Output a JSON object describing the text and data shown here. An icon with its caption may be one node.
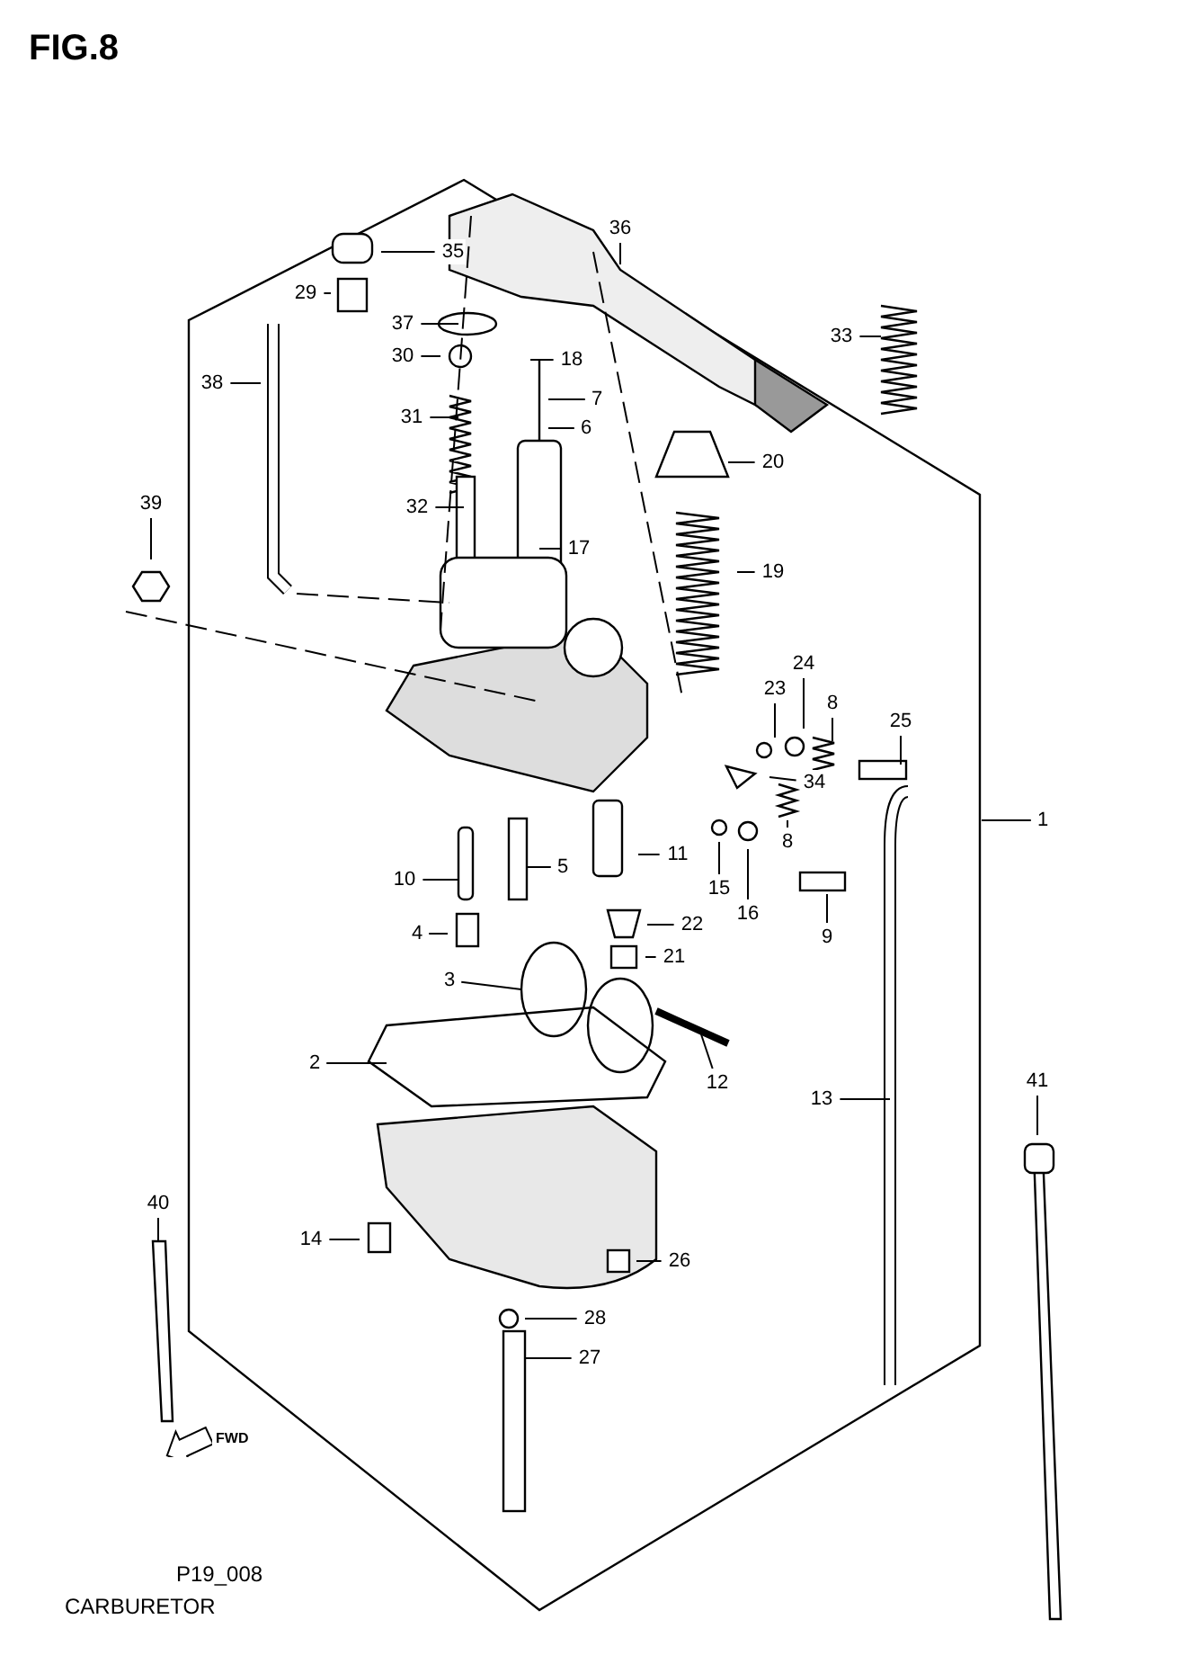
{
  "diagram": {
    "title": "FIG.8",
    "caption": "CARBURETOR",
    "nodes": [
      {
        "text": [
          "35"
        ]
      },
      {
        "text": [
          "29"
        ]
      },
      {
        "text": [
          "37"
        ]
      },
      {
        "text": [
          "30"
        ]
      },
      {
        "text": [
          "31"
        ]
      },
      {
        "text": [
          "32"
        ]
      },
      {
        "text": [
          "38"
        ]
      },
      {
        "text": [
          "39"
        ]
      },
      {
        "text": [
          "36"
        ]
      },
      {
        "text": [
          "18"
        ]
      },
      {
        "text": [
          "7"
        ]
      },
      {
        "text": [
          "6"
        ]
      },
      {
        "text": [
          "33"
        ]
      },
      {
        "text": [
          "20"
        ]
      },
      {
        "text": [
          "17"
        ]
      },
      {
        "text": [
          "19"
        ]
      },
      {
        "text": [
          "23"
        ]
      },
      {
        "text": [
          "24"
        ]
      },
      {
        "text": [
          "8"
        ]
      },
      {
        "text": [
          "25"
        ]
      },
      {
        "text": [
          "34"
        ]
      },
      {
        "text": [
          "1"
        ]
      },
      {
        "text": [
          "11"
        ]
      },
      {
        "text": [
          "10"
        ]
      },
      {
        "text": [
          "5"
        ]
      },
      {
        "text": [
          "15"
        ]
      },
      {
        "text": [
          "16"
        ]
      },
      {
        "text": [
          "8"
        ]
      },
      {
        "text": [
          "9"
        ]
      },
      {
        "text": [
          "22"
        ]
      },
      {
        "text": [
          "4"
        ]
      },
      {
        "text": [
          "21"
        ]
      },
      {
        "text": [
          "3"
        ]
      },
      {
        "text": [
          "2"
        ]
      },
      {
        "text": [
          "12"
        ]
      },
      {
        "text": [
          "13"
        ]
      },
      {
        "text": [
          "41"
        ]
      },
      {
        "text": [
          "40"
        ]
      },
      {
        "text": [
          "14"
        ]
      },
      {
        "text": [
          "26"
        ]
      },
      {
        "text": [
          "28"
        ]
      },
      {
        "text": [
          "27"
        ]
      }
    ],
    "edges": [
      {
        "from": 0,
        "to": null,
        "arrow": "none"
      },
      {
        "from": 1,
        "to": null,
        "arrow": "none"
      },
      {
        "from": 2,
        "to": null,
        "arrow": "none"
      },
      {
        "from": 3,
        "to": null,
        "arrow": "none"
      },
      {
        "from": 4,
        "to": null,
        "arrow": "none"
      },
      {
        "from": 5,
        "to": null,
        "arrow": "none"
      },
      {
        "from": 6,
        "to": null,
        "arrow": "none"
      },
      {
        "from": 7,
        "to": null,
        "arrow": "none"
      },
      {
        "from": 8,
        "to": null,
        "arrow": "none"
      },
      {
        "from": 9,
        "to": null,
        "arrow": "none"
      },
      {
        "from": 10,
        "to": null,
        "arrow": "none"
      },
      {
        "from": 11,
        "to": null,
        "arrow": "none"
      },
      {
        "from": 12,
        "to": null,
        "arrow": "none"
      },
      {
        "from": 13,
        "to": null,
        "arrow": "none"
      },
      {
        "from": 14,
        "to": null,
        "arrow": "none"
      },
      {
        "from": 15,
        "to": null,
        "arrow": "none"
      },
      {
        "from": 16,
        "to": null,
        "arrow": "none"
      },
      {
        "from": 17,
        "to": null,
        "arrow": "none"
      },
      {
        "from": 18,
        "to": null,
        "arrow": "none"
      },
      {
        "from": 19,
        "to": null,
        "arrow": "none"
      },
      {
        "from": 20,
        "to": null,
        "arrow": "none"
      },
      {
        "from": 21,
        "to": null,
        "arrow": "none"
      },
      {
        "from": 22,
        "to": null,
        "arrow": "none"
      },
      {
        "from": 23,
        "to": null,
        "arrow": "none"
      },
      {
        "from": 24,
        "to": null,
        "arrow": "none"
      },
      {
        "from": 25,
        "to": null,
        "arrow": "none"
      },
      {
        "from": 26,
        "to": null,
        "arrow": "none"
      },
      {
        "from": 27,
        "to": null,
        "arrow": "none"
      },
      {
        "from": 28,
        "to": null,
        "arrow": "none"
      },
      {
        "from": 29,
        "to": null,
        "arrow": "none"
      },
      {
        "from": 30,
        "to": null,
        "arrow": "none"
      },
      {
        "from": 31,
        "to": null,
        "arrow": "none"
      },
      {
        "from": 32,
        "to": null,
        "arrow": "none"
      },
      {
        "from": 33,
        "to": null,
        "arrow": "none"
      },
      {
        "from": 34,
        "to": null,
        "arrow": "none"
      },
      {
        "from": 35,
        "to": null,
        "arrow": "none"
      },
      {
        "from": 36,
        "to": null,
        "arrow": "none"
      },
      {
        "from": 37,
        "to": null,
        "arrow": "none"
      },
      {
        "from": 38,
        "to": null,
        "arrow": "none"
      },
      {
        "from": 39,
        "to": null,
        "arrow": "none"
      },
      {
        "from": 40,
        "to": null,
        "arrow": "none"
      },
      {
        "from": 41,
        "to": null,
        "arrow": "none"
      }
    ],
    "labels": [
      "FWD",
      "P19_008"
    ]
  }
}
